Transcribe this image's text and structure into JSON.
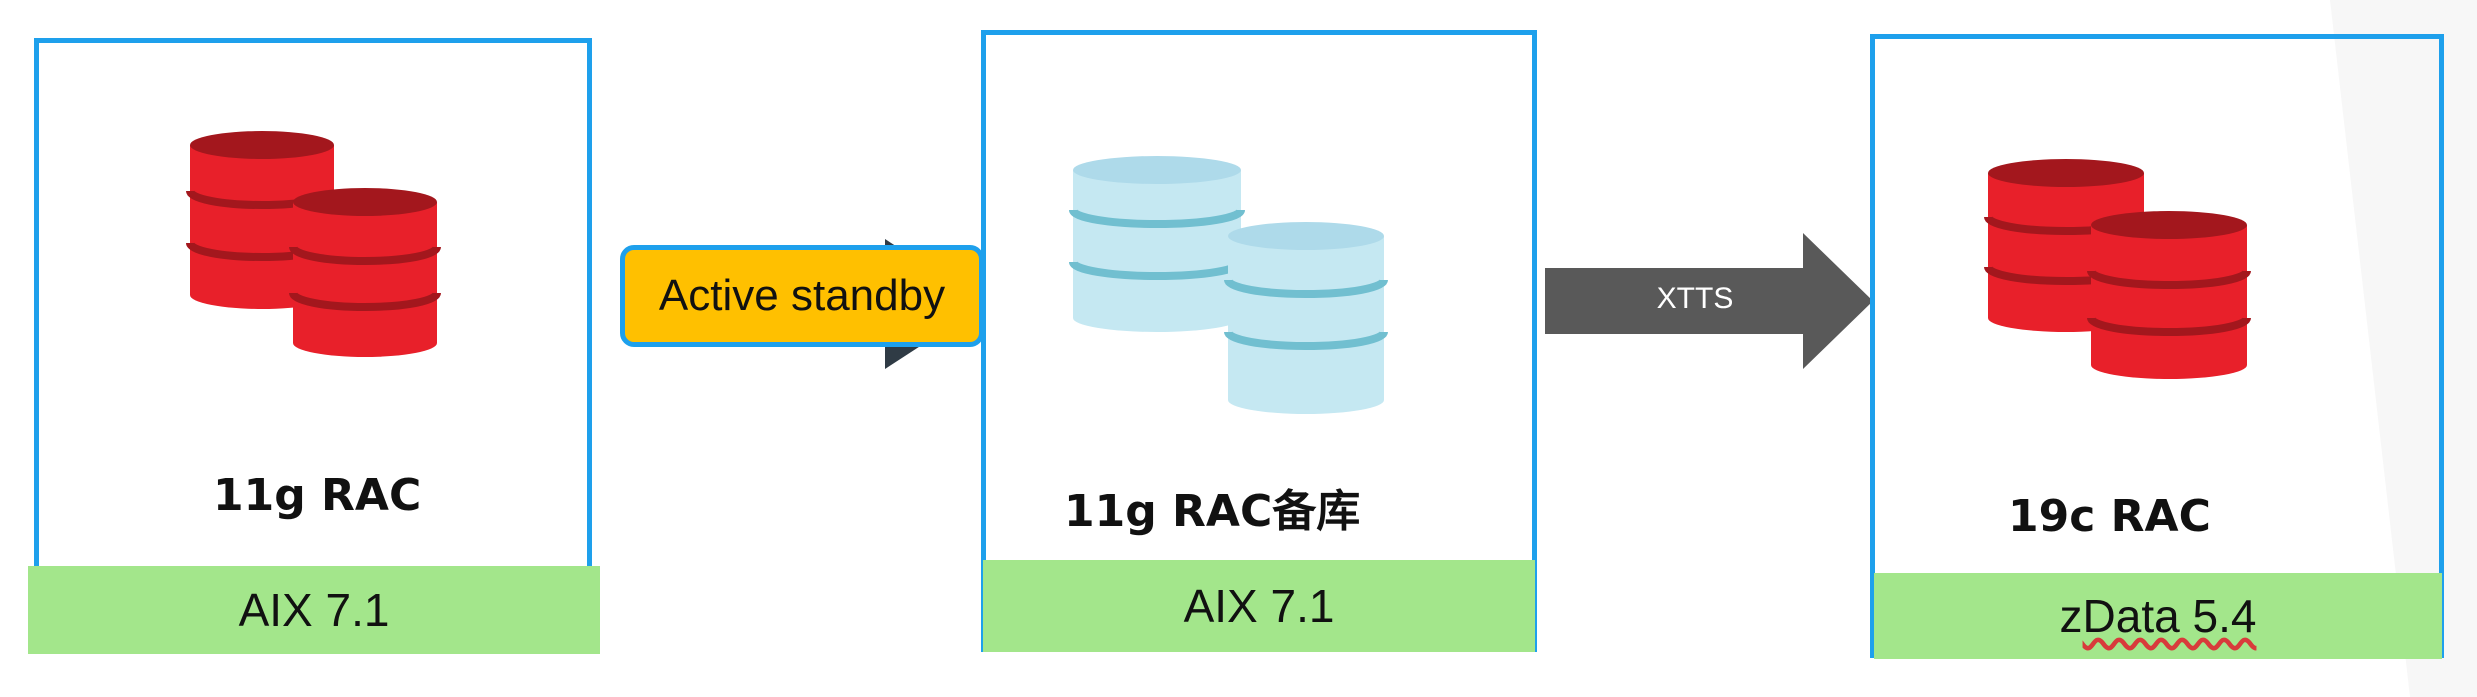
{
  "nodes": [
    {
      "id": "source",
      "title": "11g RAC",
      "platform": "AIX 7.1",
      "icon": "database-stack-red-icon"
    },
    {
      "id": "standby",
      "title": "11g RAC备库",
      "platform": "AIX 7.1",
      "icon": "database-stack-light-blue-icon"
    },
    {
      "id": "target",
      "title": "19c RAC",
      "platform_prefix": "z",
      "platform_underlined": "Data 5.4",
      "icon": "database-stack-red-icon"
    }
  ],
  "links": [
    {
      "from": "source",
      "to": "standby",
      "label": "Active standby",
      "label_color": "#ffc000"
    },
    {
      "from": "standby",
      "to": "target",
      "label": "XTTS",
      "arrow_color": "#595959"
    }
  ],
  "colors": {
    "box_border": "#1ea0ec",
    "platform_bar": "#a3e68b",
    "db_red": "#e8202a",
    "db_blue": "#c5e8f2"
  }
}
